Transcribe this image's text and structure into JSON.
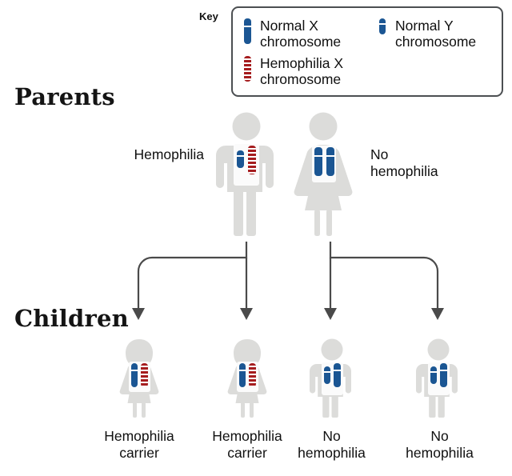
{
  "headings": {
    "parents": "Parents",
    "children": "Children"
  },
  "key": {
    "label": "Key",
    "entries": [
      {
        "icon": "normal-x-chromosome-icon",
        "text": "Normal X\nchromosome",
        "color": "#1b5693"
      },
      {
        "icon": "hemophilia-x-chromosome-icon",
        "text": "Hemophilia X\nchromosome",
        "color": "#a51c1e"
      },
      {
        "icon": "normal-y-chromosome-icon",
        "text": "Normal Y\nchromosome",
        "color": "#1b5693"
      }
    ]
  },
  "parents": [
    {
      "name": "father",
      "sex": "male",
      "caption": "Hemophilia",
      "chromosomes": [
        "normal-y",
        "hemophilia-x"
      ]
    },
    {
      "name": "mother",
      "sex": "female",
      "caption": "No\nhemophilia",
      "chromosomes": [
        "normal-x",
        "normal-x"
      ]
    }
  ],
  "children": [
    {
      "name": "child-1",
      "sex": "female",
      "caption": "Hemophilia\ncarrier",
      "chromosomes": [
        "normal-x",
        "hemophilia-x"
      ]
    },
    {
      "name": "child-2",
      "sex": "female",
      "caption": "Hemophilia\ncarrier",
      "chromosomes": [
        "normal-x",
        "hemophilia-x"
      ]
    },
    {
      "name": "child-3",
      "sex": "male",
      "caption": "No\nhemophilia",
      "chromosomes": [
        "normal-y",
        "normal-x"
      ]
    },
    {
      "name": "child-4",
      "sex": "male",
      "caption": "No\nhemophilia",
      "chromosomes": [
        "normal-y",
        "normal-x"
      ]
    }
  ],
  "colors": {
    "normal_chromosome": "#1b5693",
    "hemophilia_chromosome": "#a51c1e",
    "figure_silhouette": "#dcdcda",
    "connector_line": "#4a4a4a",
    "key_border": "#4c4f52"
  }
}
